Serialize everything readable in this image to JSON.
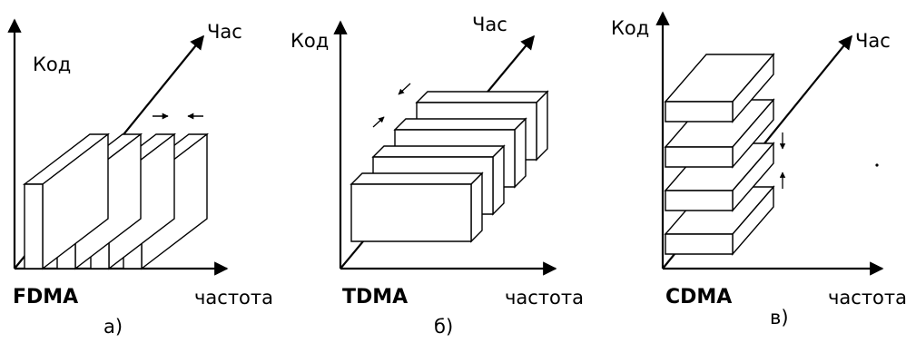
{
  "panels": {
    "a": {
      "title": "FDMA",
      "sub": "а)",
      "y_label": "Код",
      "z_label": "Час",
      "x_label": "частота"
    },
    "b": {
      "title": "TDMA",
      "sub": "б)",
      "y_label": "Код",
      "z_label": "Час",
      "x_label": "частота"
    },
    "c": {
      "title": "CDMA",
      "sub": "в)",
      "y_label": "Код",
      "z_label": "Час",
      "x_label": "частота"
    }
  }
}
